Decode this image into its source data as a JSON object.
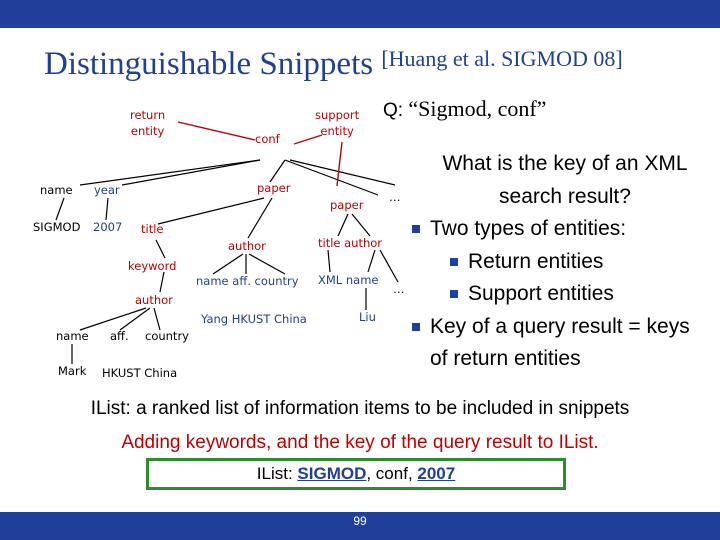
{
  "slide": {
    "title": "Distinguishable Snippets",
    "citation": "[Huang et al. SIGMOD 08]",
    "query_label": "Q:",
    "query_text": "“Sigmod, conf”",
    "page_number": "99"
  },
  "tree": {
    "return_entity": "return\nentity",
    "support_entity": "support\nentity",
    "conf": "conf",
    "name1": "name",
    "year": "year",
    "paper1": "paper",
    "paper2": "paper",
    "dots1": "…",
    "sigmod": "SIGMOD",
    "y2007": "2007",
    "title1": "title",
    "author1": "author",
    "title_author": "title author",
    "keyword": "keyword",
    "name_aff_country": "name aff. country",
    "xml_name": "XML name",
    "dots2": "…",
    "author2": "author",
    "yang": "Yang HKUST China",
    "liu": "Liu",
    "name2": "name",
    "aff": "aff.",
    "country": "country",
    "mark": "Mark",
    "hkust": "HKUST China"
  },
  "bullets": [
    {
      "text": "What is the key of an XML search result?",
      "level": 1
    },
    {
      "text": "Two types of entities:",
      "level": 1
    },
    {
      "text": "Return entities",
      "level": 2
    },
    {
      "text": "Support entities",
      "level": 2
    },
    {
      "text": "Key of a query result = keys of return entities",
      "level": 1
    }
  ],
  "notes": {
    "ilist_def": "IList: a ranked list of information items to be included in snippets",
    "adding": "Adding keywords, and the key of the query result to IList.",
    "box_prefix": "IList: ",
    "box_sigmod": "SIGMOD",
    "box_mid": ", conf, ",
    "box_2007": "2007"
  },
  "colors": {
    "bar": "#1f3f9a",
    "accent_red": "#c00000",
    "box_green": "#2e8b2e"
  }
}
